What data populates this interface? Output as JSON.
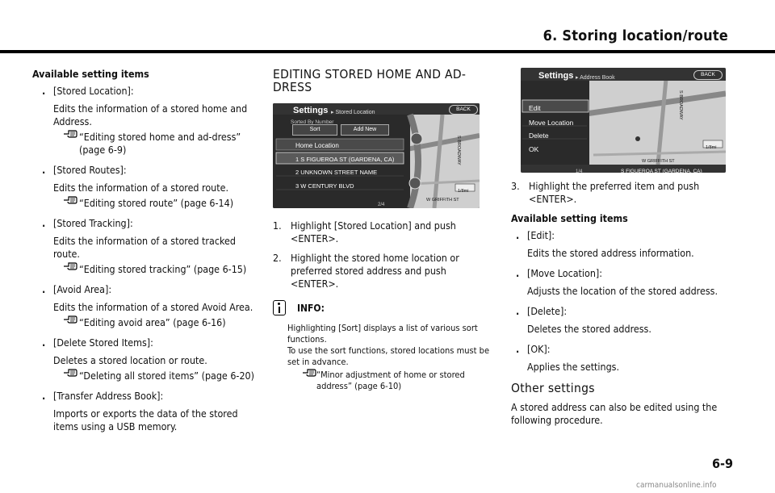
{
  "header": {
    "title": "6. Storing location/route"
  },
  "column1": {
    "heading": "Available setting items",
    "items": [
      {
        "label": "[Stored Location]:",
        "desc": "Edits the information of a stored home and Address.",
        "ref": "“Editing stored home and ad-dress” (page 6-9)"
      },
      {
        "label": "[Stored Routes]:",
        "desc": "Edits the information of a stored route.",
        "ref": "“Editing stored route” (page 6-14)"
      },
      {
        "label": "[Stored Tracking]:",
        "desc": "Edits the information of a stored tracked route.",
        "ref": "“Editing stored tracking” (page 6-15)"
      },
      {
        "label": "[Avoid Area]:",
        "desc": "Edits the information of a stored Avoid Area.",
        "ref": "“Editing avoid area” (page 6-16)"
      },
      {
        "label": "[Delete Stored Items]:",
        "desc": "Deletes a stored location or route.",
        "ref": "“Deleting all stored items” (page 6-20)"
      },
      {
        "label": "[Transfer Address Book]:",
        "desc": "Imports or exports the data of the stored items using a USB memory.",
        "ref": ""
      }
    ]
  },
  "column2": {
    "section_title": "EDITING STORED HOME AND AD-DRESS",
    "screen1": {
      "title": "Settings",
      "crumb": "▸ Stored Location",
      "back": "BACK",
      "sorted_by": "Sorted By Number",
      "sort_btn": "Sort",
      "add_btn": "Add New",
      "home": "Home Location",
      "rows": [
        "1 S FIGUEROA ST (GARDENA, CA)",
        "2 UNKNOWN STREET NAME",
        "3 W CENTURY BLVD"
      ],
      "page": "2/4",
      "street1": "W GRIFFITH ST",
      "street2": "S BROADWAY",
      "scale": "1/8mi"
    },
    "steps": [
      {
        "num": "1.",
        "text": "Highlight [Stored Location] and push <ENTER>."
      },
      {
        "num": "2.",
        "text": "Highlight the stored home location or preferred stored address and push <ENTER>."
      }
    ],
    "info": {
      "label": "INFO:",
      "line1": "Highlighting [Sort] displays a list of various sort functions.",
      "line2": "To use the sort functions, stored locations must be set in advance.",
      "ref": "“Minor adjustment of home or stored address” (page 6-10)"
    }
  },
  "column3": {
    "screen2": {
      "title": "Settings",
      "crumb": "▸ Address Book",
      "back": "BACK",
      "menu": [
        "Edit",
        "Move Location",
        "Delete",
        "OK"
      ],
      "page": "1/4",
      "address": "S FIGUEROA ST (GARDENA, CA)",
      "street1": "W GRIFFITH ST",
      "street2": "S BROADWAY",
      "scale": "1/8mi"
    },
    "step3": {
      "num": "3.",
      "text": "Highlight the preferred item and push <ENTER>."
    },
    "heading": "Available setting items",
    "items": [
      {
        "label": "[Edit]:",
        "desc": "Edits the stored address information."
      },
      {
        "label": "[Move Location]:",
        "desc": "Adjusts the location of the stored address."
      },
      {
        "label": "[Delete]:",
        "desc": "Deletes the stored address."
      },
      {
        "label": "[OK]:",
        "desc": "Applies the settings."
      }
    ],
    "other_title": "Other settings",
    "other_text": "A stored address can also be edited using the following procedure."
  },
  "footer": {
    "page": "6-9",
    "watermark": "carmanualsonline.info"
  },
  "colors": {
    "screen_bg": "#2a2a2a",
    "map": "#cfcfcf",
    "highlight": "#3a3a3a"
  }
}
